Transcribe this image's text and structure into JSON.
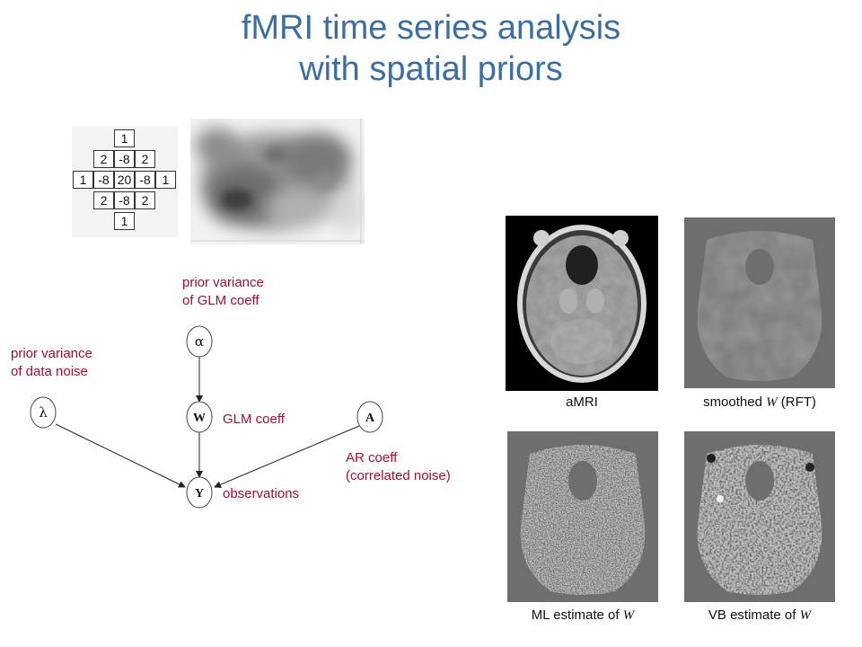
{
  "title": {
    "line1": "fMRI time series analysis",
    "line2": "with spatial priors"
  },
  "stencil": {
    "rows": [
      [
        "1"
      ],
      [
        "2",
        "-8",
        "2"
      ],
      [
        "1",
        "-8",
        "20",
        "-8",
        "1"
      ],
      [
        "2",
        "-8",
        "2"
      ],
      [
        "1"
      ]
    ]
  },
  "graph": {
    "nodes": {
      "alpha": "α",
      "lambda": "λ",
      "W": "W",
      "A": "A",
      "Y": "Y"
    },
    "labels": {
      "prior_glm_1": "prior variance",
      "prior_glm_2": "of GLM coeff",
      "prior_noise_1": "prior variance",
      "prior_noise_2": "of data noise",
      "glm_coeff": "GLM coeff",
      "ar_coeff_1": "AR coeff",
      "ar_coeff_2": "(correlated noise)",
      "observations": "observations"
    }
  },
  "panels": {
    "amri": "aMRI",
    "smoothed_pre": "smoothed ",
    "smoothed_var": "W",
    "smoothed_post": " (RFT)",
    "ml_pre": "ML estimate of ",
    "ml_var": "W",
    "vb_pre": "VB estimate of ",
    "vb_var": "W"
  },
  "colors": {
    "title": "#3c6fa0",
    "label_red": "#a0102c"
  }
}
